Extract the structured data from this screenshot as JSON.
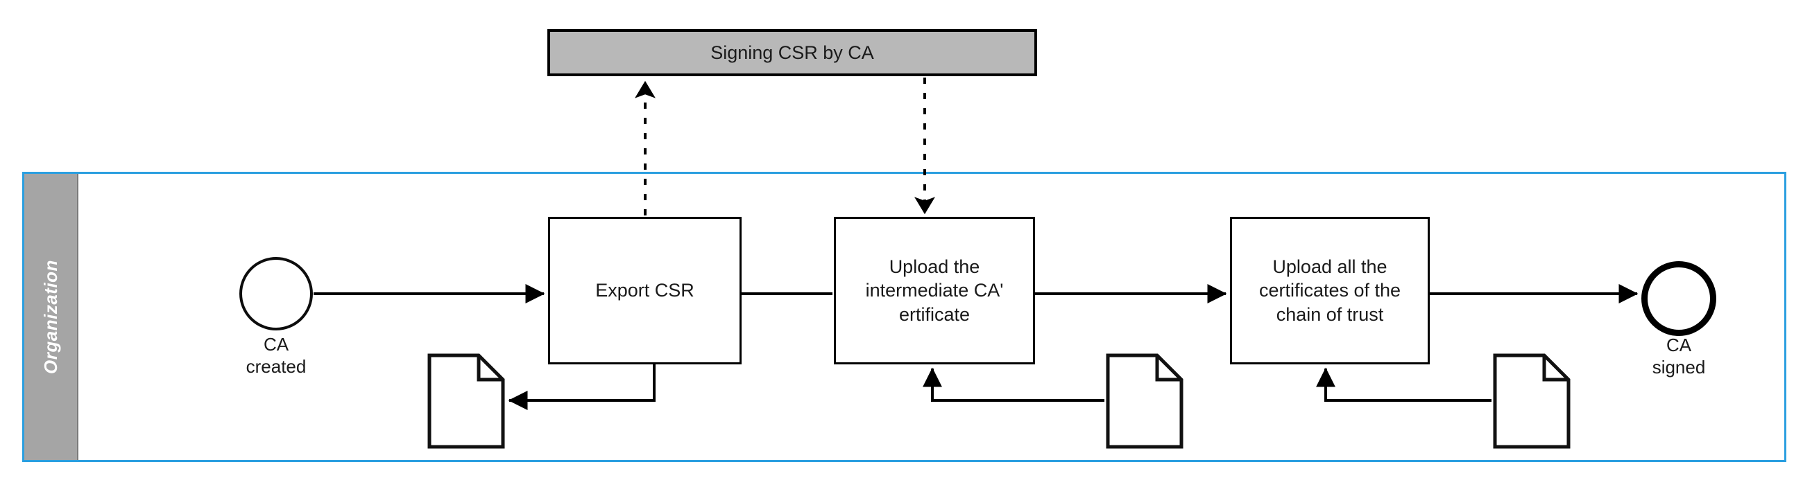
{
  "diagram": {
    "type": "bpmn-process",
    "collapsed_pool": {
      "label": "Signing CSR by CA",
      "fill_color": "#b8b8b8",
      "stroke_color": "#000000"
    },
    "pool": {
      "lane_label": "Organization",
      "border_color": "#2B9FE0",
      "lane_band_color": "#a5a5a5",
      "lane_label_color": "#ffffff"
    },
    "events": [
      {
        "id": "start",
        "kind": "start-event",
        "label": "CA\ncreated"
      },
      {
        "id": "end",
        "kind": "end-event",
        "label": "CA\nsigned"
      }
    ],
    "tasks": [
      {
        "id": "export-csr",
        "label": "Export CSR"
      },
      {
        "id": "upload-intermediate",
        "label": "Upload the\nintermediate CA'\nertificate"
      },
      {
        "id": "upload-chain",
        "label": "Upload all the\ncertificates of the\nchain of trust"
      }
    ],
    "data_objects": [
      {
        "id": "doc-csr",
        "label": ""
      },
      {
        "id": "doc-intermediate",
        "label": ""
      },
      {
        "id": "doc-chain",
        "label": ""
      }
    ],
    "flows": [
      {
        "id": "flow-start-export",
        "kind": "sequence-flow"
      },
      {
        "id": "flow-export-upload",
        "kind": "sequence-flow"
      },
      {
        "id": "flow-upload-chain",
        "kind": "sequence-flow"
      },
      {
        "id": "flow-chain-end",
        "kind": "sequence-flow"
      },
      {
        "id": "assoc-export-doc",
        "kind": "association"
      },
      {
        "id": "assoc-doc-intermediate",
        "kind": "association"
      },
      {
        "id": "assoc-doc-chain",
        "kind": "association"
      },
      {
        "id": "msgflow-export-to-ca",
        "kind": "message-flow"
      },
      {
        "id": "msgflow-ca-to-upload",
        "kind": "message-flow"
      }
    ]
  }
}
